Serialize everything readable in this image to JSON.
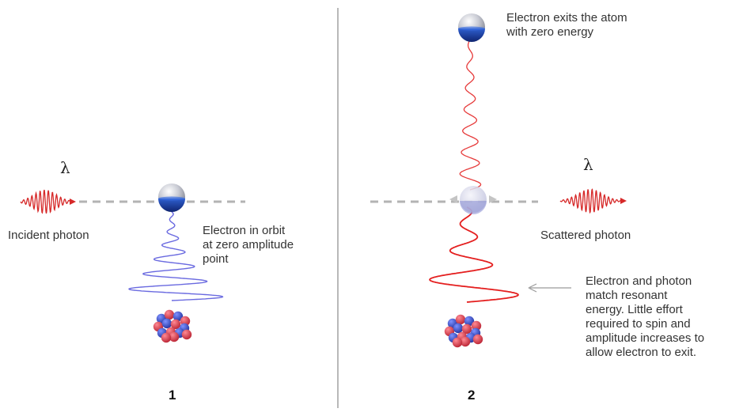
{
  "panel_left": {
    "number": "1",
    "lambda": "λ",
    "incident_label": "Incident photon",
    "electron_label": "Electron in orbit\nat zero amplitude\npoint"
  },
  "panel_right": {
    "number": "2",
    "lambda": "λ",
    "exit_label": "Electron exits the atom\nwith zero energy",
    "scattered_label": "Scattered photon",
    "resonance_label": "Electron and photon\nmatch resonant\nenergy.  Little effort\nrequired to spin and\namplitude increases to\nallow electron to exit."
  },
  "colors": {
    "photon_wave": "#d62828",
    "low_amplitude_spiral": "#5b5bd6",
    "high_amplitude_spiral": "#e02020",
    "dashed_line": "#b0b0b0",
    "electron_blue": "#1a3c9e",
    "proton_red": "#d0283c",
    "neutron_blue": "#2a3fb5",
    "divider": "#888888"
  }
}
